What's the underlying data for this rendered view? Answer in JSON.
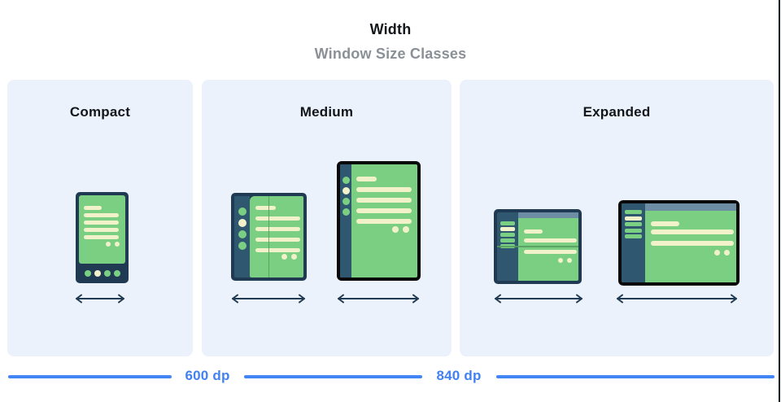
{
  "header": {
    "title": "Width",
    "subtitle": "Window Size Classes"
  },
  "panels": [
    {
      "label": "Compact",
      "devices": [
        "phone-illustration"
      ]
    },
    {
      "label": "Medium",
      "devices": [
        "foldable-portrait-illustration",
        "tablet-portrait-illustration"
      ]
    },
    {
      "label": "Expanded",
      "devices": [
        "foldable-landscape-illustration",
        "tablet-landscape-illustration"
      ]
    }
  ],
  "breakpoints": [
    {
      "label": "600 dp"
    },
    {
      "label": "840 dp"
    }
  ],
  "colors": {
    "panel_bg": "#EBF2FB",
    "device_frame_navy": "#1F3A52",
    "device_border_black": "#0A0A0A",
    "nav_rail_navy": "#2F5870",
    "screen_green": "#7BCF83",
    "content_cream": "#F1F2CA",
    "app_top_bar_slate": "#6C8DA3",
    "fold_crease_green": "#569A60",
    "ruler_blue": "#4285F4",
    "title_black": "#121519",
    "subtitle_gray": "#8A9095"
  }
}
